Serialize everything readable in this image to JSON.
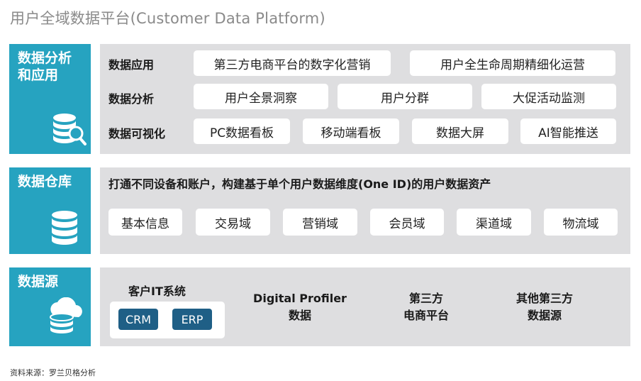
{
  "title": "用户全域数据平台(Customer Data Platform)",
  "sections": {
    "analytics": {
      "label_line1": "数据分析",
      "label_line2": "和应用",
      "icon": "database-search-icon",
      "rows": [
        {
          "label": "数据应用",
          "items": [
            "第三方电商平台的数字化营销",
            "用户全生命周期精细化运营"
          ]
        },
        {
          "label": "数据分析",
          "items": [
            "用户全景洞察",
            "用户分群",
            "大促活动监测"
          ]
        },
        {
          "label": "数据可视化",
          "items": [
            "PC数据看板",
            "移动端看板",
            "数据大屏",
            "AI智能推送"
          ]
        }
      ]
    },
    "warehouse": {
      "label": "数据仓库",
      "icon": "database-icon",
      "headline": "打通不同设备和账户，构建基于单个用户数据维度(One ID)的用户数据资产",
      "items": [
        "基本信息",
        "交易域",
        "营销域",
        "会员域",
        "渠道域",
        "物流域"
      ]
    },
    "sources": {
      "label": "数据源",
      "icon": "cloud-database-icon",
      "it_system": {
        "title": "客户IT系统",
        "items": [
          "CRM",
          "ERP"
        ]
      },
      "others": [
        {
          "line1": "Digital Profiler",
          "line2": "数据"
        },
        {
          "line1": "第三方",
          "line2": "电商平台"
        },
        {
          "line1": "其他第三方",
          "line2": "数据源"
        }
      ]
    }
  },
  "source_note": "资料来源：罗兰贝格分析",
  "colors": {
    "accent": "#26a3c0",
    "panel": "#dedee0",
    "dark_pill": "#1f5f86",
    "title": "#8a8a8a"
  }
}
